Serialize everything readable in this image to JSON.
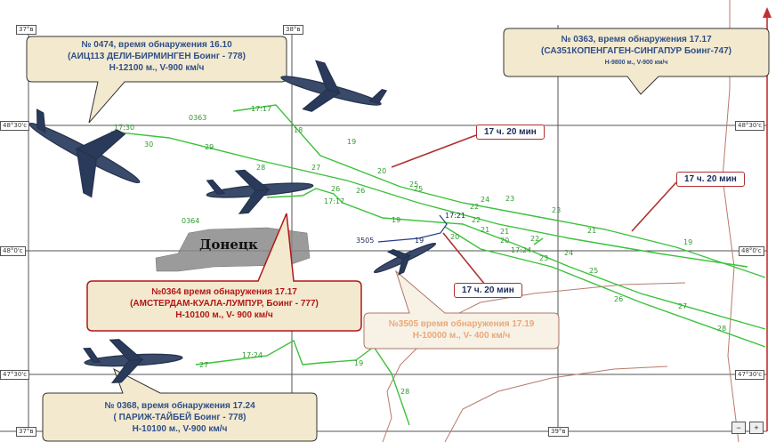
{
  "grid": {
    "lon_labels": [
      "37°в",
      "38°в",
      "39°в"
    ],
    "lat_labels": [
      "48°30'с",
      "48°0'с",
      "47°30'с"
    ]
  },
  "city": "Донецк",
  "callouts": {
    "f0474": {
      "line1": "№ 0474, время обнаружения 16.10",
      "line2": "(АИЦ113 ДЕЛИ-БИРМИНГЕН Боинг - 778)",
      "line3": "Н-12100 м., V-900 км/ч"
    },
    "f0363": {
      "line1": "№ 0363, время обнаружения 17.17",
      "line2": "(СА351КОПЕНГАГЕН-СИНГАПУР Боинг-747)",
      "line3": "Н-9800 м., V-900 км/ч"
    },
    "f0364": {
      "line1": "№0364 время обнаружения 17.17",
      "line2": "(АМСТЕРДАМ-КУАЛА-ЛУМПУР, Боинг - 777)",
      "line3": "Н-10100 м., V- 900 км/ч"
    },
    "f3505": {
      "line1": "№3505 время обнаружения 17.19",
      "line2": "Н-10000 м., V- 400 км/ч"
    },
    "f0368": {
      "line1": "№ 0368, время обнаружения 17.24",
      "line2": "( ПАРИЖ-ТАЙБЕЙ Боинг - 778)",
      "line3": "Н-10100 м., V-900 км/ч"
    }
  },
  "time_labels": {
    "t1": "17 ч. 20 мин",
    "t2": "17 ч. 20 мин",
    "t3": "17 ч. 20 мин"
  },
  "track_ids": {
    "a": "0363",
    "b": "0364",
    "c": "3505"
  },
  "track_times": {
    "t1717a": "17:17",
    "t1730": "17:30",
    "t1717b": "17:17",
    "t1721": "17:21",
    "t1724a": "17:24",
    "t1724b": "17:24"
  },
  "minute_marks": [
    "30",
    "29",
    "28",
    "27",
    "26",
    "25",
    "24",
    "23",
    "22",
    "21",
    "20",
    "19",
    "18",
    "19",
    "20",
    "25",
    "26",
    "23",
    "22",
    "21",
    "19",
    "20",
    "21",
    "22",
    "23",
    "24",
    "25",
    "26",
    "27",
    "28",
    "19",
    "18",
    "19",
    "20",
    "28",
    "27",
    "26",
    "25",
    "24",
    "23",
    "22",
    "21",
    "19",
    "20",
    "25",
    "26",
    "27",
    "28"
  ],
  "colors": {
    "track": "#3cc23c",
    "callout_fill": "#f3e9cf",
    "callout_blue_text": "#2f4f86",
    "callout_red": "#b21717",
    "red_pointer": "#b03030"
  }
}
